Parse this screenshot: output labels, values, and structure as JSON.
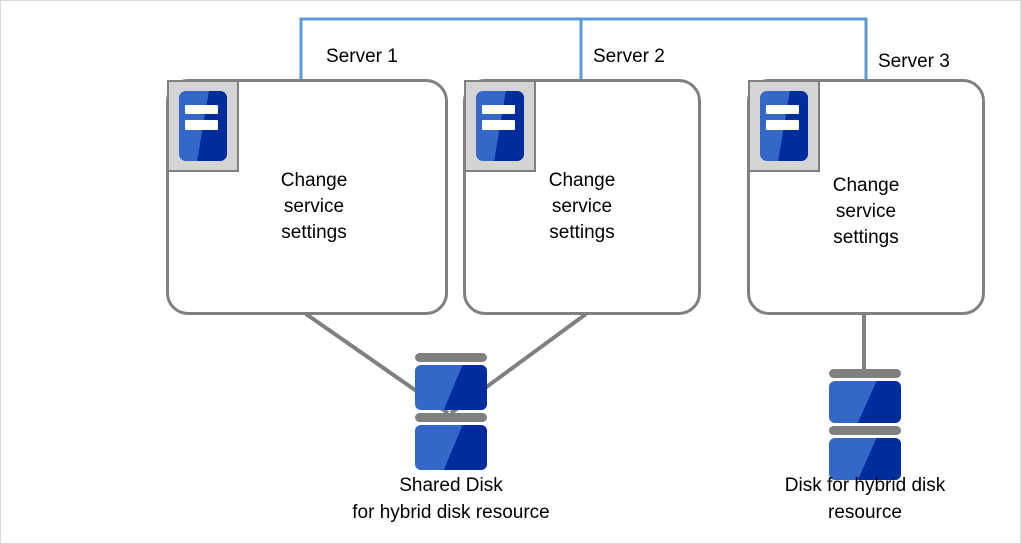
{
  "diagram": {
    "title": "Hybrid disk resource server configuration",
    "colors": {
      "network_line": "#5b9bd5",
      "connector_line": "#808080",
      "box_border": "#808080",
      "icon_blue_light": "#3467c8",
      "icon_blue_dark": "#002d9c",
      "icon_frame": "#d4d4d4",
      "page_border": "#d9d9d9",
      "text": "#000000"
    },
    "network": {
      "name": "interconnect-bus",
      "segments": "horizontal bus with three vertical drops"
    },
    "servers": [
      {
        "id": "server-1",
        "label": "Server 1",
        "body_text": "Change\nservice\nsettings",
        "icon": "server-icon"
      },
      {
        "id": "server-2",
        "label": "Server 2",
        "body_text": "Change\nservice\nsettings",
        "icon": "server-icon"
      },
      {
        "id": "server-3",
        "label": "Server 3",
        "body_text": "Change\nservice\nsettings",
        "icon": "server-icon"
      }
    ],
    "disks": [
      {
        "id": "shared-disk",
        "caption": "Shared Disk\nfor hybrid disk resource",
        "icon": "disk-stack-icon"
      },
      {
        "id": "local-disk",
        "caption": "Disk for hybrid disk\nresource",
        "icon": "disk-stack-icon"
      }
    ]
  }
}
